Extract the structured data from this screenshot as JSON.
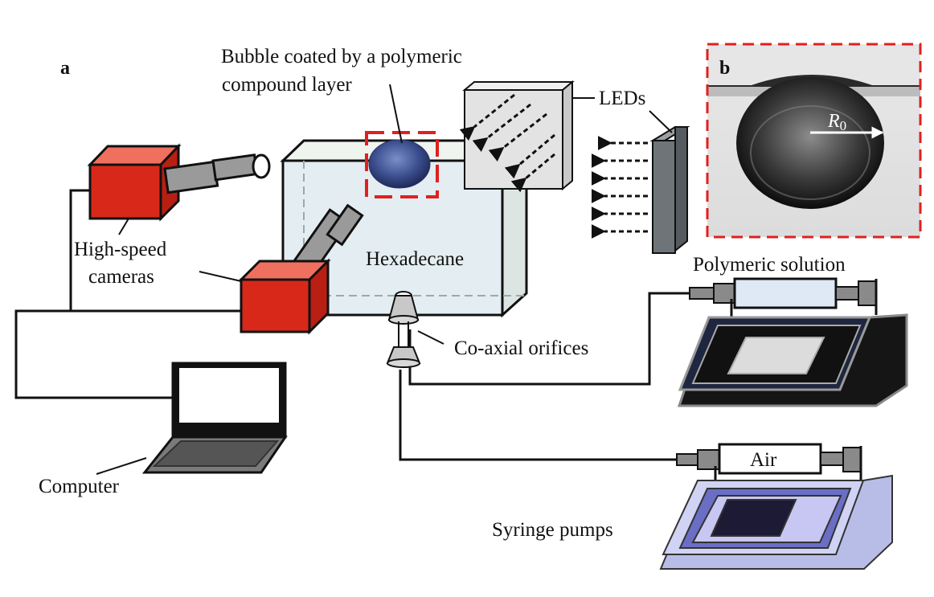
{
  "panel_a": {
    "letter": "a",
    "labels": {
      "bubble_line1": "Bubble coated by a polymeric",
      "bubble_line2": "compound layer",
      "leds": "LEDs",
      "cameras_line1": "High-speed",
      "cameras_line2": "cameras",
      "hexadecane": "Hexadecane",
      "polymeric_solution": "Polymeric solution",
      "orifices": "Co-axial orifices",
      "air": "Air",
      "computer": "Computer",
      "syringe_pumps": "Syringe pumps"
    }
  },
  "panel_b": {
    "letter": "b",
    "radius_label": "R",
    "radius_subscript": "0"
  },
  "colors": {
    "camera_red": "#d8281a",
    "highlight_red": "#e02020",
    "tank_fill": "#e4eef2",
    "led_gray": "#6e7478",
    "pump_dark": "#1f2740",
    "pump_light": "#c8c6f2"
  }
}
